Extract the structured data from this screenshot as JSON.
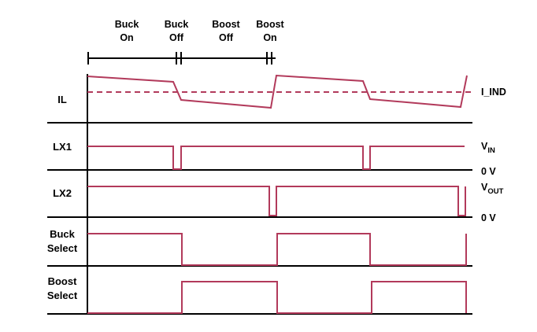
{
  "colors": {
    "waveform": "#b23a5b",
    "axis": "#000000",
    "text": "#000000",
    "background": "#ffffff"
  },
  "phases": [
    {
      "line1": "Buck",
      "line2": "On"
    },
    {
      "line1": "Buck",
      "line2": "Off"
    },
    {
      "line1": "Boost",
      "line2": "Off"
    },
    {
      "line1": "Boost",
      "line2": "On"
    }
  ],
  "rows": {
    "il": {
      "line1": "IL",
      "line2": ""
    },
    "lx1": {
      "line1": "LX1",
      "line2": ""
    },
    "lx2": {
      "line1": "LX2",
      "line2": ""
    },
    "buck": {
      "line1": "Buck",
      "line2": "Select"
    },
    "boost": {
      "line1": "Boost",
      "line2": "Select"
    }
  },
  "right_labels": {
    "i_ind": "I_IND",
    "vin_main": "V",
    "vin_sub": "IN",
    "zero_v_1": "0 V",
    "vout_main": "V",
    "vout_sub": "OUT",
    "zero_v_2": "0 V"
  }
}
